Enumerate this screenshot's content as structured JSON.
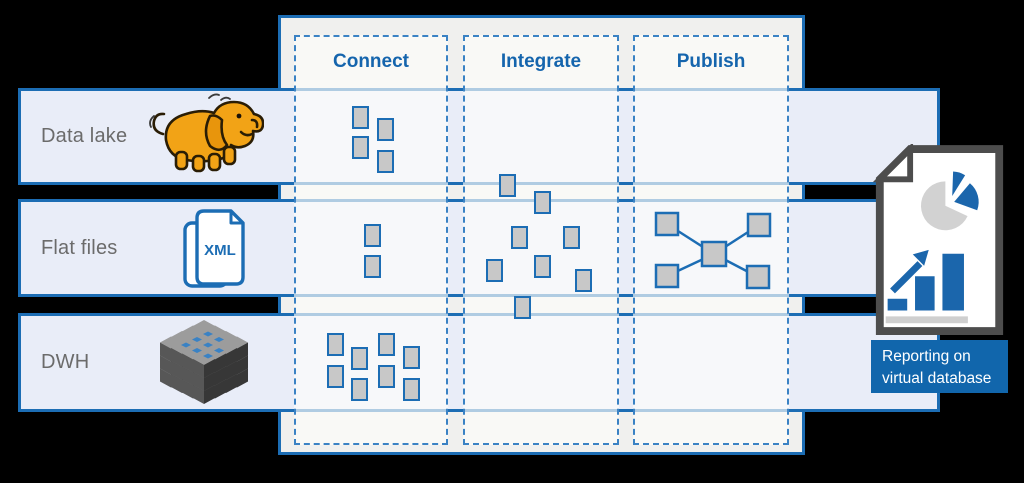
{
  "diagram": {
    "pipeline_columns": [
      {
        "label": "Connect"
      },
      {
        "label": "Integrate"
      },
      {
        "label": "Publish"
      }
    ],
    "source_rows": [
      {
        "label": "Data lake",
        "icon": "hadoop-elephant-icon"
      },
      {
        "label": "Flat files",
        "icon": "xml-file-icon",
        "icon_text": "XML"
      },
      {
        "label": "DWH",
        "icon": "warehouse-cubes-icon"
      }
    ],
    "output": {
      "icon": "report-document-icon",
      "label_line1": "Reporting on",
      "label_line2": "virtual database"
    },
    "nodes": {
      "connect": {
        "data_lake": 4,
        "flat_files": 2,
        "dwh": 8
      },
      "integrate": {
        "scattered": 8
      },
      "publish": {
        "topology": "hub-and-spoke",
        "count": 5
      }
    },
    "colors": {
      "accent_blue": "#1c6db4",
      "dash_blue": "#3a82c4",
      "band_fill": "#e9edf8",
      "panel_fill": "#f0f0ee",
      "node_gray": "#c8c8c8",
      "report_blue": "#1166ac",
      "doc_outline": "#4d4d4d",
      "pie_gray": "#d2d2d2",
      "row_label_gray": "#6b6b6b",
      "elephant_orange": "#f2a316"
    }
  }
}
